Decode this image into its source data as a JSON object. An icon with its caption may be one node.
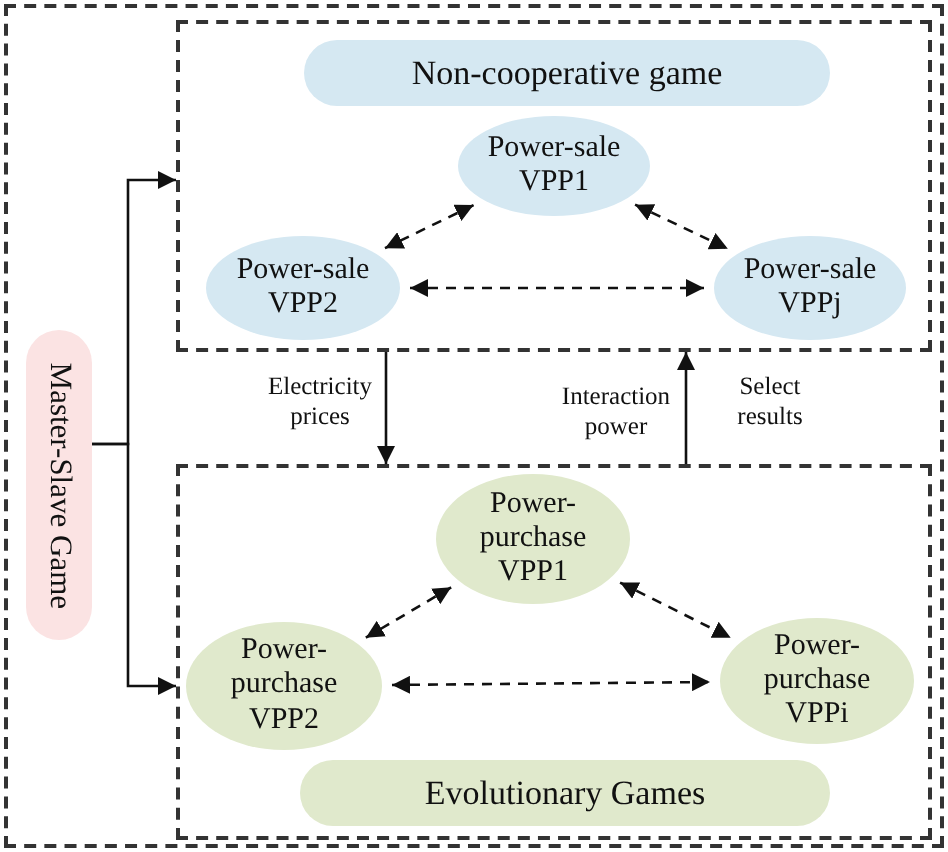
{
  "diagram": {
    "nodes": [
      {
        "text": [],
        "shape": "box"
      },
      {
        "text": [],
        "shape": "box",
        "in": 0
      },
      {
        "text": [
          "Non-cooperative game"
        ],
        "in": 1
      },
      {
        "text": [
          "Power-sale VPP1"
        ],
        "in": 1
      },
      {
        "text": [
          "Power-sale VPP2"
        ],
        "in": 1
      },
      {
        "text": [
          "Power-sale VPPj"
        ],
        "in": 1
      },
      {
        "text": [
          "Master-Slave Game"
        ],
        "in": 0
      },
      {
        "text": [],
        "shape": "box",
        "in": 0
      },
      {
        "text": [
          "Power-purchase VPP1"
        ],
        "in": 7
      },
      {
        "text": [
          "Power-purchase VPP2"
        ],
        "in": 7
      },
      {
        "text": [
          "Power-purchase VPPi"
        ],
        "in": 7
      },
      {
        "text": [
          "Evolutionary Games"
        ],
        "in": 7
      }
    ],
    "edges": [
      {
        "from": 3,
        "to": 4,
        "arrow": "both",
        "style": "dashed"
      },
      {
        "from": 3,
        "to": 5,
        "arrow": "both",
        "style": "dashed"
      },
      {
        "from": 4,
        "to": 5,
        "arrow": "both",
        "style": "dashed"
      },
      {
        "from": 6,
        "to": 1,
        "arrow": "to"
      },
      {
        "from": 6,
        "to": 7,
        "arrow": "to"
      },
      {
        "from": 1,
        "to": 7,
        "arrow": "to",
        "label": "Electricity prices"
      },
      {
        "from": 7,
        "to": 1,
        "arrow": "to",
        "label": "Interaction power"
      },
      {
        "from": 8,
        "to": 9,
        "arrow": "both",
        "style": "dashed"
      },
      {
        "from": 8,
        "to": 10,
        "arrow": "both",
        "style": "dashed"
      },
      {
        "from": 9,
        "to": 10,
        "arrow": "both",
        "style": "dashed"
      }
    ],
    "labels": [
      "Select results"
    ]
  }
}
